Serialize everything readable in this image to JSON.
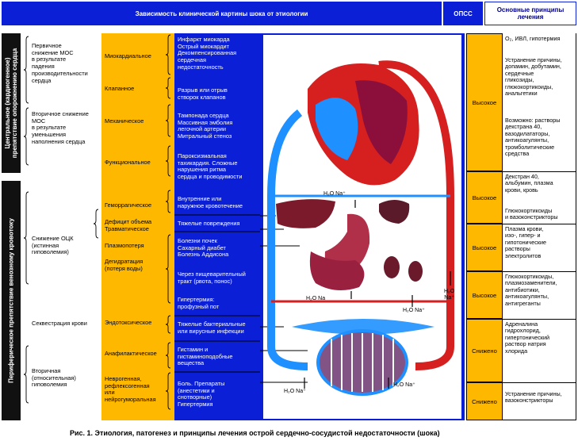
{
  "header": {
    "main": "Зависимость клинической картины шока от этиологии",
    "opss": "ОПСС",
    "treatment": "Основные принципы\nлечения"
  },
  "bands": {
    "central": "Центральное (кардиогенное)\nпрепятствие опорожнению сердца",
    "peripheral": "Периферическое препятствие венозному кровотоку"
  },
  "mechanisms": [
    {
      "id": "m1",
      "text": "Первичное\nснижение МОС\nв результате\nпадения\nпроизводительности\nсердца"
    },
    {
      "id": "m2",
      "text": "Вторичное снижение\nМОС\nв результате\nуменьшения\nнаполнения сердца"
    },
    {
      "id": "m3",
      "text": "Снижение ОЦК\n(истинная\nгиповолемия)"
    },
    {
      "id": "m4",
      "text": "Секвестрация крови"
    },
    {
      "id": "m5",
      "text": "Вторичная\n(относительная)\nгиповолемия"
    }
  ],
  "shock_types": [
    {
      "id": "t1",
      "text": "Миокардиальное"
    },
    {
      "id": "t2",
      "text": "Клапанное"
    },
    {
      "id": "t3",
      "text": "Механическое"
    },
    {
      "id": "t4",
      "text": "Функциональное"
    },
    {
      "id": "t5",
      "text": "Геморрагическое"
    },
    {
      "id": "t6",
      "text": "Дефицит объема\nТравматическое"
    },
    {
      "id": "t7",
      "text": "Плазмопотеря"
    },
    {
      "id": "t8",
      "text": "Дегидратация\n(потеря воды)"
    },
    {
      "id": "t9",
      "text": "Эндотоксическое"
    },
    {
      "id": "t10",
      "text": "Анафилактическое"
    },
    {
      "id": "t11",
      "text": "Неврогенная,\nрефлексогенная\nили\nнейрогуморальная"
    }
  ],
  "causes": [
    {
      "id": "c1",
      "text": "Инфаркт миокарда\nОстрый миокардит\nДекомпенсированная\nсердечная\nнедостаточность"
    },
    {
      "id": "c2",
      "text": "Разрыв или отрыв\nстворок клапанов"
    },
    {
      "id": "c3",
      "text": "Тампонада сердца\nМассивная эмболия\nлегочной артерии\nМитральный стеноз"
    },
    {
      "id": "c4",
      "text": "Пароксизмальная\nтахикардия. Сложные\nнарушения ритма\nсердца и проводимости"
    },
    {
      "id": "c5",
      "text": "Внутренние или\nнаружное кровотечение"
    },
    {
      "id": "c6",
      "text": "Тяжелые повреждения"
    },
    {
      "id": "c7",
      "text": "Болезни почек\nСахарный диабет\nБолезнь Аддисона"
    },
    {
      "id": "c8",
      "text": "Через пищеварительный\nтракт (рвота, понос)"
    },
    {
      "id": "c9",
      "text": "Гипертермия:\nпрофузный пот"
    },
    {
      "id": "c10",
      "text": "Тяжелые бактериальные\nили вирусные инфекции"
    },
    {
      "id": "c11",
      "text": "Гистамин и\nгистаминоподобные\nвещества"
    },
    {
      "id": "c12",
      "text": "Боль. Препараты\n(анестетики и\nснотворные)\nГипертермия"
    }
  ],
  "opss": [
    "Высокое",
    "Высокое",
    "Высокое",
    "Высокое",
    "Снижено",
    "Снижено"
  ],
  "treatments": [
    "O₂, ИВЛ, гипотермия",
    "Устранение причины,\nдопамин, добутамин,\nсердечные\nгликозиды,\nглюкокортикоиды,\nанальгетики",
    "Возможно: растворы\nдекстрана 40,\nвазодилататоры,\nантикоагулянты,\nтромболитические\nсредства",
    "Декстран 40,\nальбумин, плазма\nкрови, кровь",
    "Глюкокортикоиды\nи вазоконстрикторы",
    "Плазма крови,\nизо-, гипер- и\nгипотонические\nрастворы\nэлектролитов",
    "Глюкокортикоиды,\nплазмозаменители,\nантибиотики,\nантикоагулянты,\nантигреганты",
    "Адреналина\nгидрохлорид,\nгипертонический\nраствор натрия\nхлорида",
    "Устранение причины,\nвазоконстрикторы"
  ],
  "diagram_labels": {
    "h2o_na_top": "H₂O Na⁺",
    "h2o_na_mid": "H₂O Na",
    "h2o_na_right": "H₂O Na⁺",
    "h2o_na_side": "H₂O\nNa⁺",
    "h2o_na_bl": "H₂O Na⁺",
    "h2o_na_br": "H₂O Na⁺"
  },
  "caption": "Рис. 1. Этиология, патогенез и принципы лечения острой сердечно-сосудистой недостаточности (шока)"
}
